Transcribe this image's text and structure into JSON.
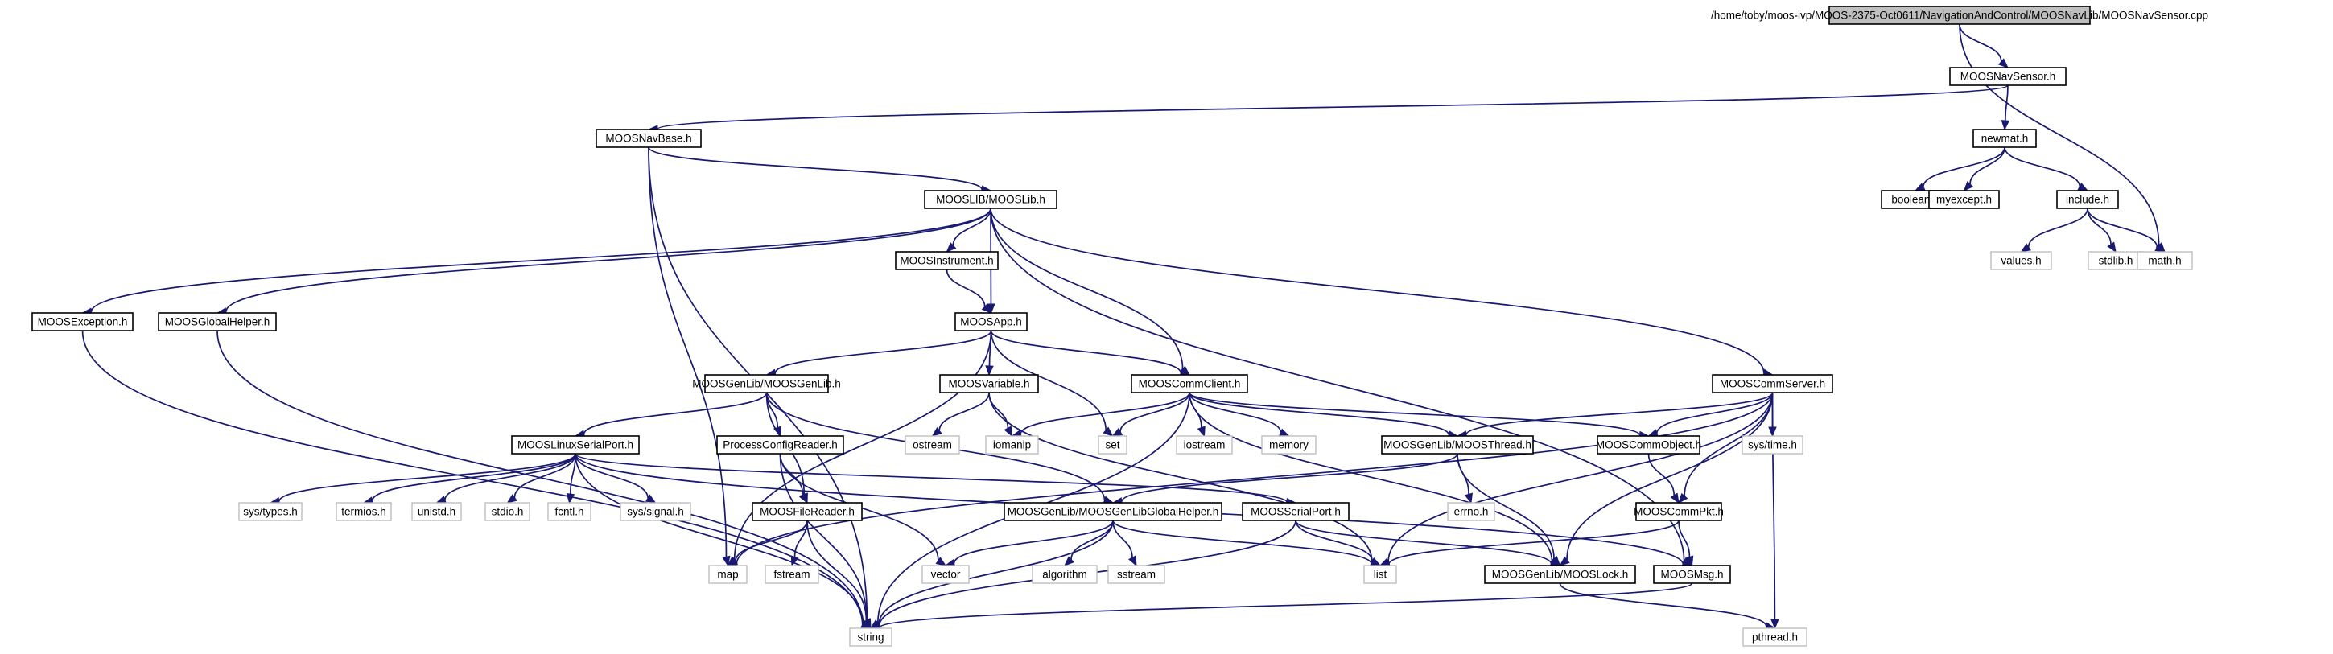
{
  "graph": {
    "nodes": [
      {
        "id": "root",
        "label": "/home/toby/moos-ivp/MOOS-2375-Oct0611/NavigationAndControl/MOOSNavLib/MOOSNavSensor.cpp",
        "kind": "root"
      },
      {
        "id": "navsensor_h",
        "label": "MOOSNavSensor.h",
        "kind": "doc"
      },
      {
        "id": "navbase",
        "label": "MOOSNavBase.h",
        "kind": "doc"
      },
      {
        "id": "newmat",
        "label": "newmat.h",
        "kind": "doc"
      },
      {
        "id": "mooslib",
        "label": "MOOSLIB/MOOSLib.h",
        "kind": "doc"
      },
      {
        "id": "boolean",
        "label": "boolean.h",
        "kind": "doc"
      },
      {
        "id": "myexcept",
        "label": "myexcept.h",
        "kind": "doc"
      },
      {
        "id": "include",
        "label": "include.h",
        "kind": "doc"
      },
      {
        "id": "values",
        "label": "values.h",
        "kind": "ext"
      },
      {
        "id": "stdlib",
        "label": "stdlib.h",
        "kind": "ext"
      },
      {
        "id": "math",
        "label": "math.h",
        "kind": "ext"
      },
      {
        "id": "instrument",
        "label": "MOOSInstrument.h",
        "kind": "doc"
      },
      {
        "id": "exception",
        "label": "MOOSException.h",
        "kind": "doc"
      },
      {
        "id": "globalhelper",
        "label": "MOOSGlobalHelper.h",
        "kind": "doc"
      },
      {
        "id": "app",
        "label": "MOOSApp.h",
        "kind": "doc"
      },
      {
        "id": "genlib",
        "label": "MOOSGenLib/MOOSGenLib.h",
        "kind": "doc"
      },
      {
        "id": "variable",
        "label": "MOOSVariable.h",
        "kind": "doc"
      },
      {
        "id": "commclient",
        "label": "MOOSCommClient.h",
        "kind": "doc"
      },
      {
        "id": "commserver",
        "label": "MOOSCommServer.h",
        "kind": "doc"
      },
      {
        "id": "linuxserial",
        "label": "MOOSLinuxSerialPort.h",
        "kind": "doc"
      },
      {
        "id": "procconfig",
        "label": "ProcessConfigReader.h",
        "kind": "doc"
      },
      {
        "id": "ostream",
        "label": "ostream",
        "kind": "ext"
      },
      {
        "id": "iomanip",
        "label": "iomanip",
        "kind": "ext"
      },
      {
        "id": "set",
        "label": "set",
        "kind": "ext"
      },
      {
        "id": "iostream",
        "label": "iostream",
        "kind": "ext"
      },
      {
        "id": "memory",
        "label": "memory",
        "kind": "ext"
      },
      {
        "id": "thread",
        "label": "MOOSGenLib/MOOSThread.h",
        "kind": "doc"
      },
      {
        "id": "commobject",
        "label": "MOOSCommObject.h",
        "kind": "doc"
      },
      {
        "id": "systime",
        "label": "sys/time.h",
        "kind": "ext"
      },
      {
        "id": "systypes",
        "label": "sys/types.h",
        "kind": "ext"
      },
      {
        "id": "termios",
        "label": "termios.h",
        "kind": "ext"
      },
      {
        "id": "unistd",
        "label": "unistd.h",
        "kind": "ext"
      },
      {
        "id": "stdio",
        "label": "stdio.h",
        "kind": "ext"
      },
      {
        "id": "fcntl",
        "label": "fcntl.h",
        "kind": "ext"
      },
      {
        "id": "syssignal",
        "label": "sys/signal.h",
        "kind": "ext"
      },
      {
        "id": "filereader",
        "label": "MOOSFileReader.h",
        "kind": "doc"
      },
      {
        "id": "genlibglobal",
        "label": "MOOSGenLib/MOOSGenLibGlobalHelper.h",
        "kind": "doc"
      },
      {
        "id": "serialport",
        "label": "MOOSSerialPort.h",
        "kind": "doc"
      },
      {
        "id": "commpkt",
        "label": "MOOSCommPkt.h",
        "kind": "doc"
      },
      {
        "id": "errno",
        "label": "errno.h",
        "kind": "ext"
      },
      {
        "id": "map",
        "label": "map",
        "kind": "ext"
      },
      {
        "id": "fstream",
        "label": "fstream",
        "kind": "ext"
      },
      {
        "id": "vector",
        "label": "vector",
        "kind": "ext"
      },
      {
        "id": "algorithm",
        "label": "algorithm",
        "kind": "ext"
      },
      {
        "id": "sstream",
        "label": "sstream",
        "kind": "ext"
      },
      {
        "id": "list",
        "label": "list",
        "kind": "ext"
      },
      {
        "id": "lock",
        "label": "MOOSGenLib/MOOSLock.h",
        "kind": "doc"
      },
      {
        "id": "msg",
        "label": "MOOSMsg.h",
        "kind": "doc"
      },
      {
        "id": "string",
        "label": "string",
        "kind": "ext"
      },
      {
        "id": "pthread",
        "label": "pthread.h",
        "kind": "ext"
      }
    ],
    "edges": [
      [
        "root",
        "navsensor_h"
      ],
      [
        "root",
        "math"
      ],
      [
        "navsensor_h",
        "navbase"
      ],
      [
        "navsensor_h",
        "newmat"
      ],
      [
        "navbase",
        "mooslib"
      ],
      [
        "navbase",
        "map"
      ],
      [
        "navbase",
        "string"
      ],
      [
        "newmat",
        "boolean"
      ],
      [
        "newmat",
        "myexcept"
      ],
      [
        "newmat",
        "include"
      ],
      [
        "include",
        "values"
      ],
      [
        "include",
        "stdlib"
      ],
      [
        "include",
        "math"
      ],
      [
        "mooslib",
        "instrument"
      ],
      [
        "mooslib",
        "app"
      ],
      [
        "mooslib",
        "exception"
      ],
      [
        "mooslib",
        "globalhelper"
      ],
      [
        "mooslib",
        "commclient"
      ],
      [
        "mooslib",
        "commserver"
      ],
      [
        "mooslib",
        "msg"
      ],
      [
        "instrument",
        "app"
      ],
      [
        "exception",
        "string"
      ],
      [
        "globalhelper",
        "string"
      ],
      [
        "app",
        "genlib"
      ],
      [
        "app",
        "variable"
      ],
      [
        "app",
        "commclient"
      ],
      [
        "app",
        "set"
      ],
      [
        "app",
        "map"
      ],
      [
        "genlib",
        "linuxserial"
      ],
      [
        "genlib",
        "procconfig"
      ],
      [
        "genlib",
        "genlibglobal"
      ],
      [
        "genlib",
        "filereader"
      ],
      [
        "variable",
        "ostream"
      ],
      [
        "variable",
        "iomanip"
      ],
      [
        "variable",
        "list"
      ],
      [
        "commclient",
        "iomanip"
      ],
      [
        "commclient",
        "set"
      ],
      [
        "commclient",
        "iostream"
      ],
      [
        "commclient",
        "memory"
      ],
      [
        "commclient",
        "thread"
      ],
      [
        "commclient",
        "commobject"
      ],
      [
        "commclient",
        "lock"
      ],
      [
        "commclient",
        "string"
      ],
      [
        "commserver",
        "thread"
      ],
      [
        "commserver",
        "commobject"
      ],
      [
        "commserver",
        "systime"
      ],
      [
        "commserver",
        "commpkt"
      ],
      [
        "commserver",
        "list"
      ],
      [
        "commserver",
        "map"
      ],
      [
        "commserver",
        "pthread"
      ],
      [
        "commserver",
        "lock"
      ],
      [
        "linuxserial",
        "systypes"
      ],
      [
        "linuxserial",
        "termios"
      ],
      [
        "linuxserial",
        "unistd"
      ],
      [
        "linuxserial",
        "stdio"
      ],
      [
        "linuxserial",
        "fcntl"
      ],
      [
        "linuxserial",
        "syssignal"
      ],
      [
        "linuxserial",
        "serialport"
      ],
      [
        "linuxserial",
        "string"
      ],
      [
        "linuxserial",
        "msg"
      ],
      [
        "procconfig",
        "filereader"
      ],
      [
        "procconfig",
        "string"
      ],
      [
        "procconfig",
        "vector"
      ],
      [
        "filereader",
        "map"
      ],
      [
        "filereader",
        "fstream"
      ],
      [
        "filereader",
        "string"
      ],
      [
        "genlibglobal",
        "vector"
      ],
      [
        "genlibglobal",
        "algorithm"
      ],
      [
        "genlibglobal",
        "sstream"
      ],
      [
        "genlibglobal",
        "list"
      ],
      [
        "genlibglobal",
        "string"
      ],
      [
        "serialport",
        "list"
      ],
      [
        "serialport",
        "string"
      ],
      [
        "serialport",
        "lock"
      ],
      [
        "thread",
        "genlibglobal"
      ],
      [
        "thread",
        "errno"
      ],
      [
        "thread",
        "lock"
      ],
      [
        "commobject",
        "commpkt"
      ],
      [
        "commpkt",
        "msg"
      ],
      [
        "commpkt",
        "list"
      ],
      [
        "lock",
        "pthread"
      ],
      [
        "msg",
        "string"
      ]
    ]
  }
}
